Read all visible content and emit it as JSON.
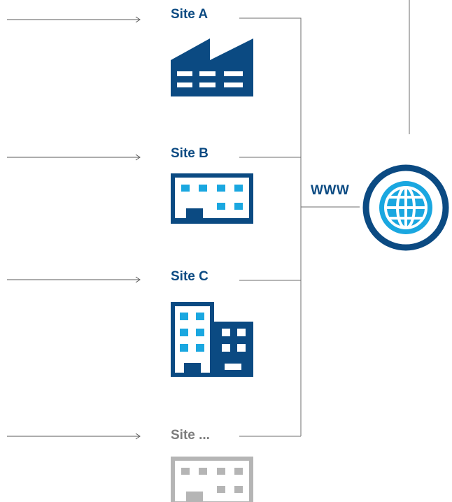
{
  "sites": [
    {
      "label": "Site A",
      "icon": "factory-icon"
    },
    {
      "label": "Site B",
      "icon": "office-building-icon"
    },
    {
      "label": "Site C",
      "icon": "multi-building-icon"
    },
    {
      "label": "Site ...",
      "icon": "office-building-icon"
    }
  ],
  "internet": {
    "label": "WWW",
    "icon": "globe-icon"
  },
  "colors": {
    "dark_blue": "#0b4a82",
    "light_blue": "#1aa7e0",
    "gray": "#b5b5b5",
    "line": "#6e6e6e",
    "label_gray": "#7c7c7c"
  }
}
